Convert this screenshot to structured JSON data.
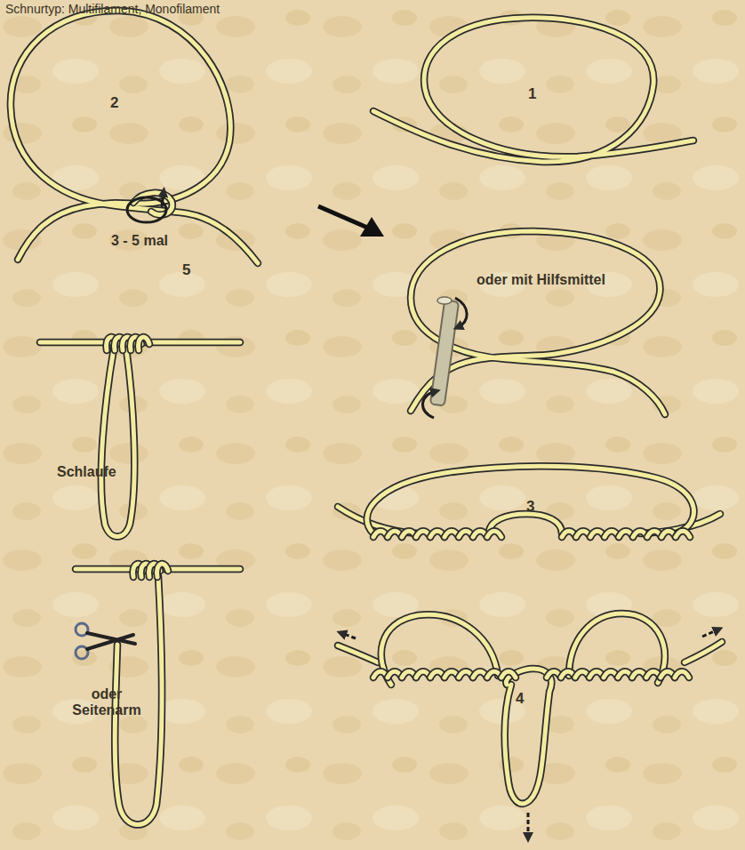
{
  "diagram": {
    "labels": [
      "Schnurtyp: Multifilament, Monofilament",
      "2",
      "3 - 5 mal",
      "1",
      "oder mit Hilfsmittel",
      "5",
      "Schlaufe",
      "3",
      "4",
      "oder Seitenarm"
    ]
  }
}
